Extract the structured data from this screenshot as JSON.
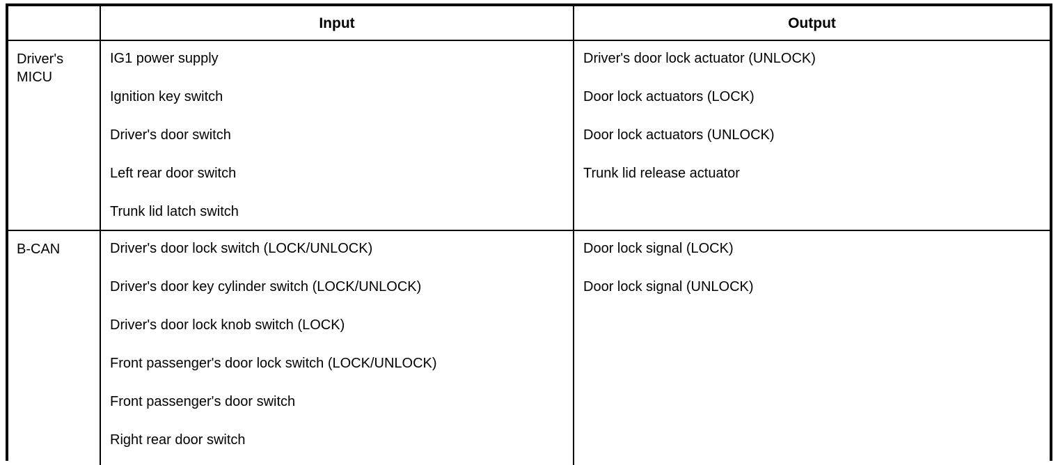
{
  "table": {
    "headers": {
      "corner": "",
      "input": "Input",
      "output": "Output"
    },
    "rows": [
      {
        "source": "Driver's MICU",
        "inputs": [
          "IG1 power supply",
          "Ignition key switch",
          "Driver's door switch",
          "Left rear door switch",
          "Trunk lid latch switch"
        ],
        "outputs": [
          "Driver's door lock actuator (UNLOCK)",
          "Door lock actuators (LOCK)",
          "Door lock actuators (UNLOCK)",
          "Trunk lid release actuator"
        ]
      },
      {
        "source": "B-CAN",
        "inputs": [
          "Driver's door lock switch (LOCK/UNLOCK)",
          "Driver's door key cylinder switch (LOCK/UNLOCK)",
          "Driver's door lock knob switch (LOCK)",
          "Front passenger's door lock switch (LOCK/UNLOCK)",
          "Front passenger's door switch",
          "Right rear door switch"
        ],
        "outputs": [
          "Door lock signal (LOCK)",
          "Door lock signal (UNLOCK)"
        ]
      }
    ],
    "colors": {
      "border": "#000000",
      "text": "#000000",
      "background": "#ffffff"
    }
  }
}
